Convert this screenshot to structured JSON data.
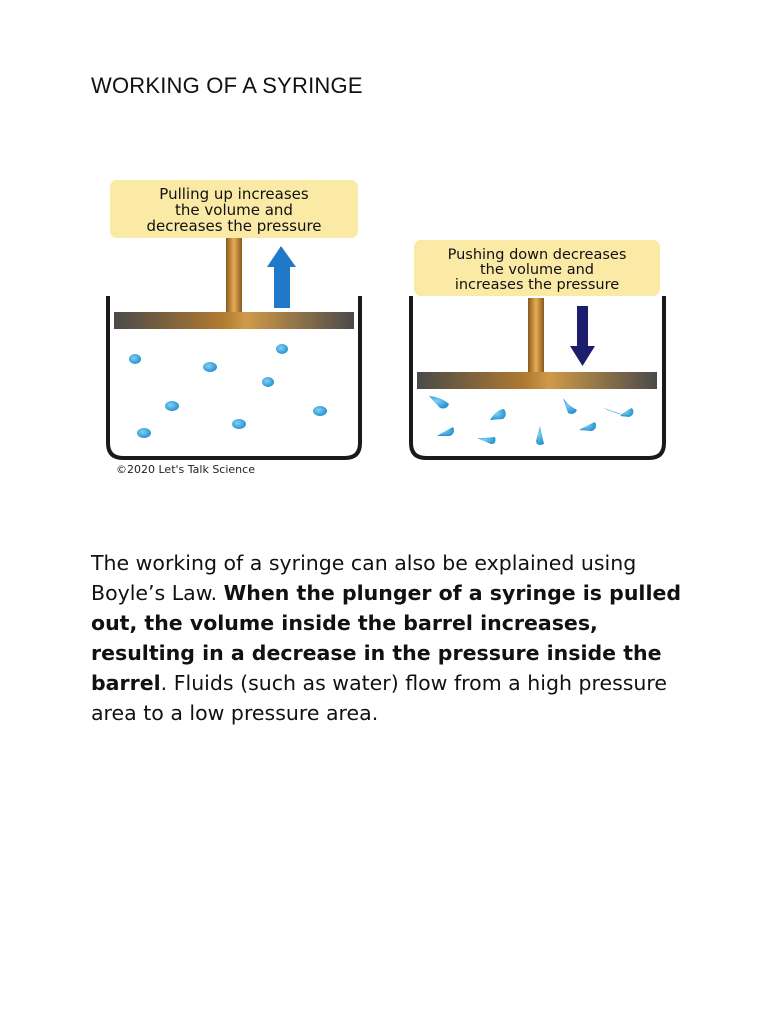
{
  "page": {
    "title": "WORKING OF A SYRINGE"
  },
  "figure": {
    "left_caption": [
      "Pulling up increases",
      "the volume and",
      "decreases the pressure"
    ],
    "right_caption": [
      "Pushing down decreases",
      "the volume and",
      "increases the pressure"
    ],
    "copyright": "©2020 Let's Talk Science",
    "colors": {
      "caption_bg": "#fbe9a6",
      "plunger": "#c8903c",
      "plate": "#5f5f5f",
      "up_arrow": "#1f78c8",
      "down_arrow": "#1d1d6e",
      "particle": "#3aa5dc",
      "container": "#1a1a1a"
    },
    "icons": [
      "up-arrow-icon",
      "down-arrow-icon"
    ]
  },
  "body": {
    "intro": "The working of a syringe can also be explained using Boyle’s Law. ",
    "bold": "When the plunger of a syringe is pulled out, the volume inside the barrel increases, resulting in a decrease in the pressure inside the barrel",
    "rest": ". Fluids (such as water) flow from a high pressure area to a low pressure area."
  }
}
